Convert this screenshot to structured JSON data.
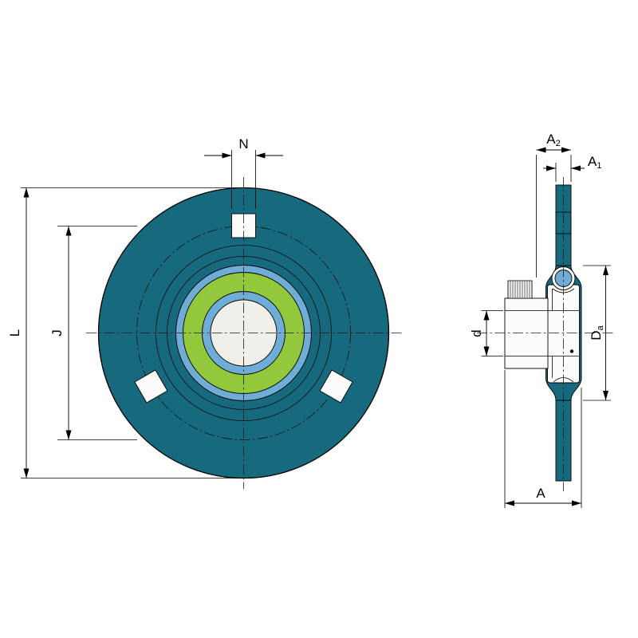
{
  "colors": {
    "housing_teal": "#17697e",
    "seal_green": "#93c83d",
    "ring_blue": "#6fadd6",
    "bore_white": "#f1efe9",
    "hole_white": "#fcfcfa",
    "line": "#000000",
    "background": "#ffffff"
  },
  "front_view": {
    "labels": {
      "width_n": "N",
      "bolt_circle_j": "J",
      "outer_diameter_l": "L"
    }
  },
  "side_view": {
    "labels": {
      "a2": {
        "base": "A",
        "sub": "2"
      },
      "a1": {
        "base": "A",
        "sub": "1"
      },
      "bore_d": "d",
      "da": {
        "base": "D",
        "sub": "a"
      },
      "width_a": "A"
    }
  }
}
